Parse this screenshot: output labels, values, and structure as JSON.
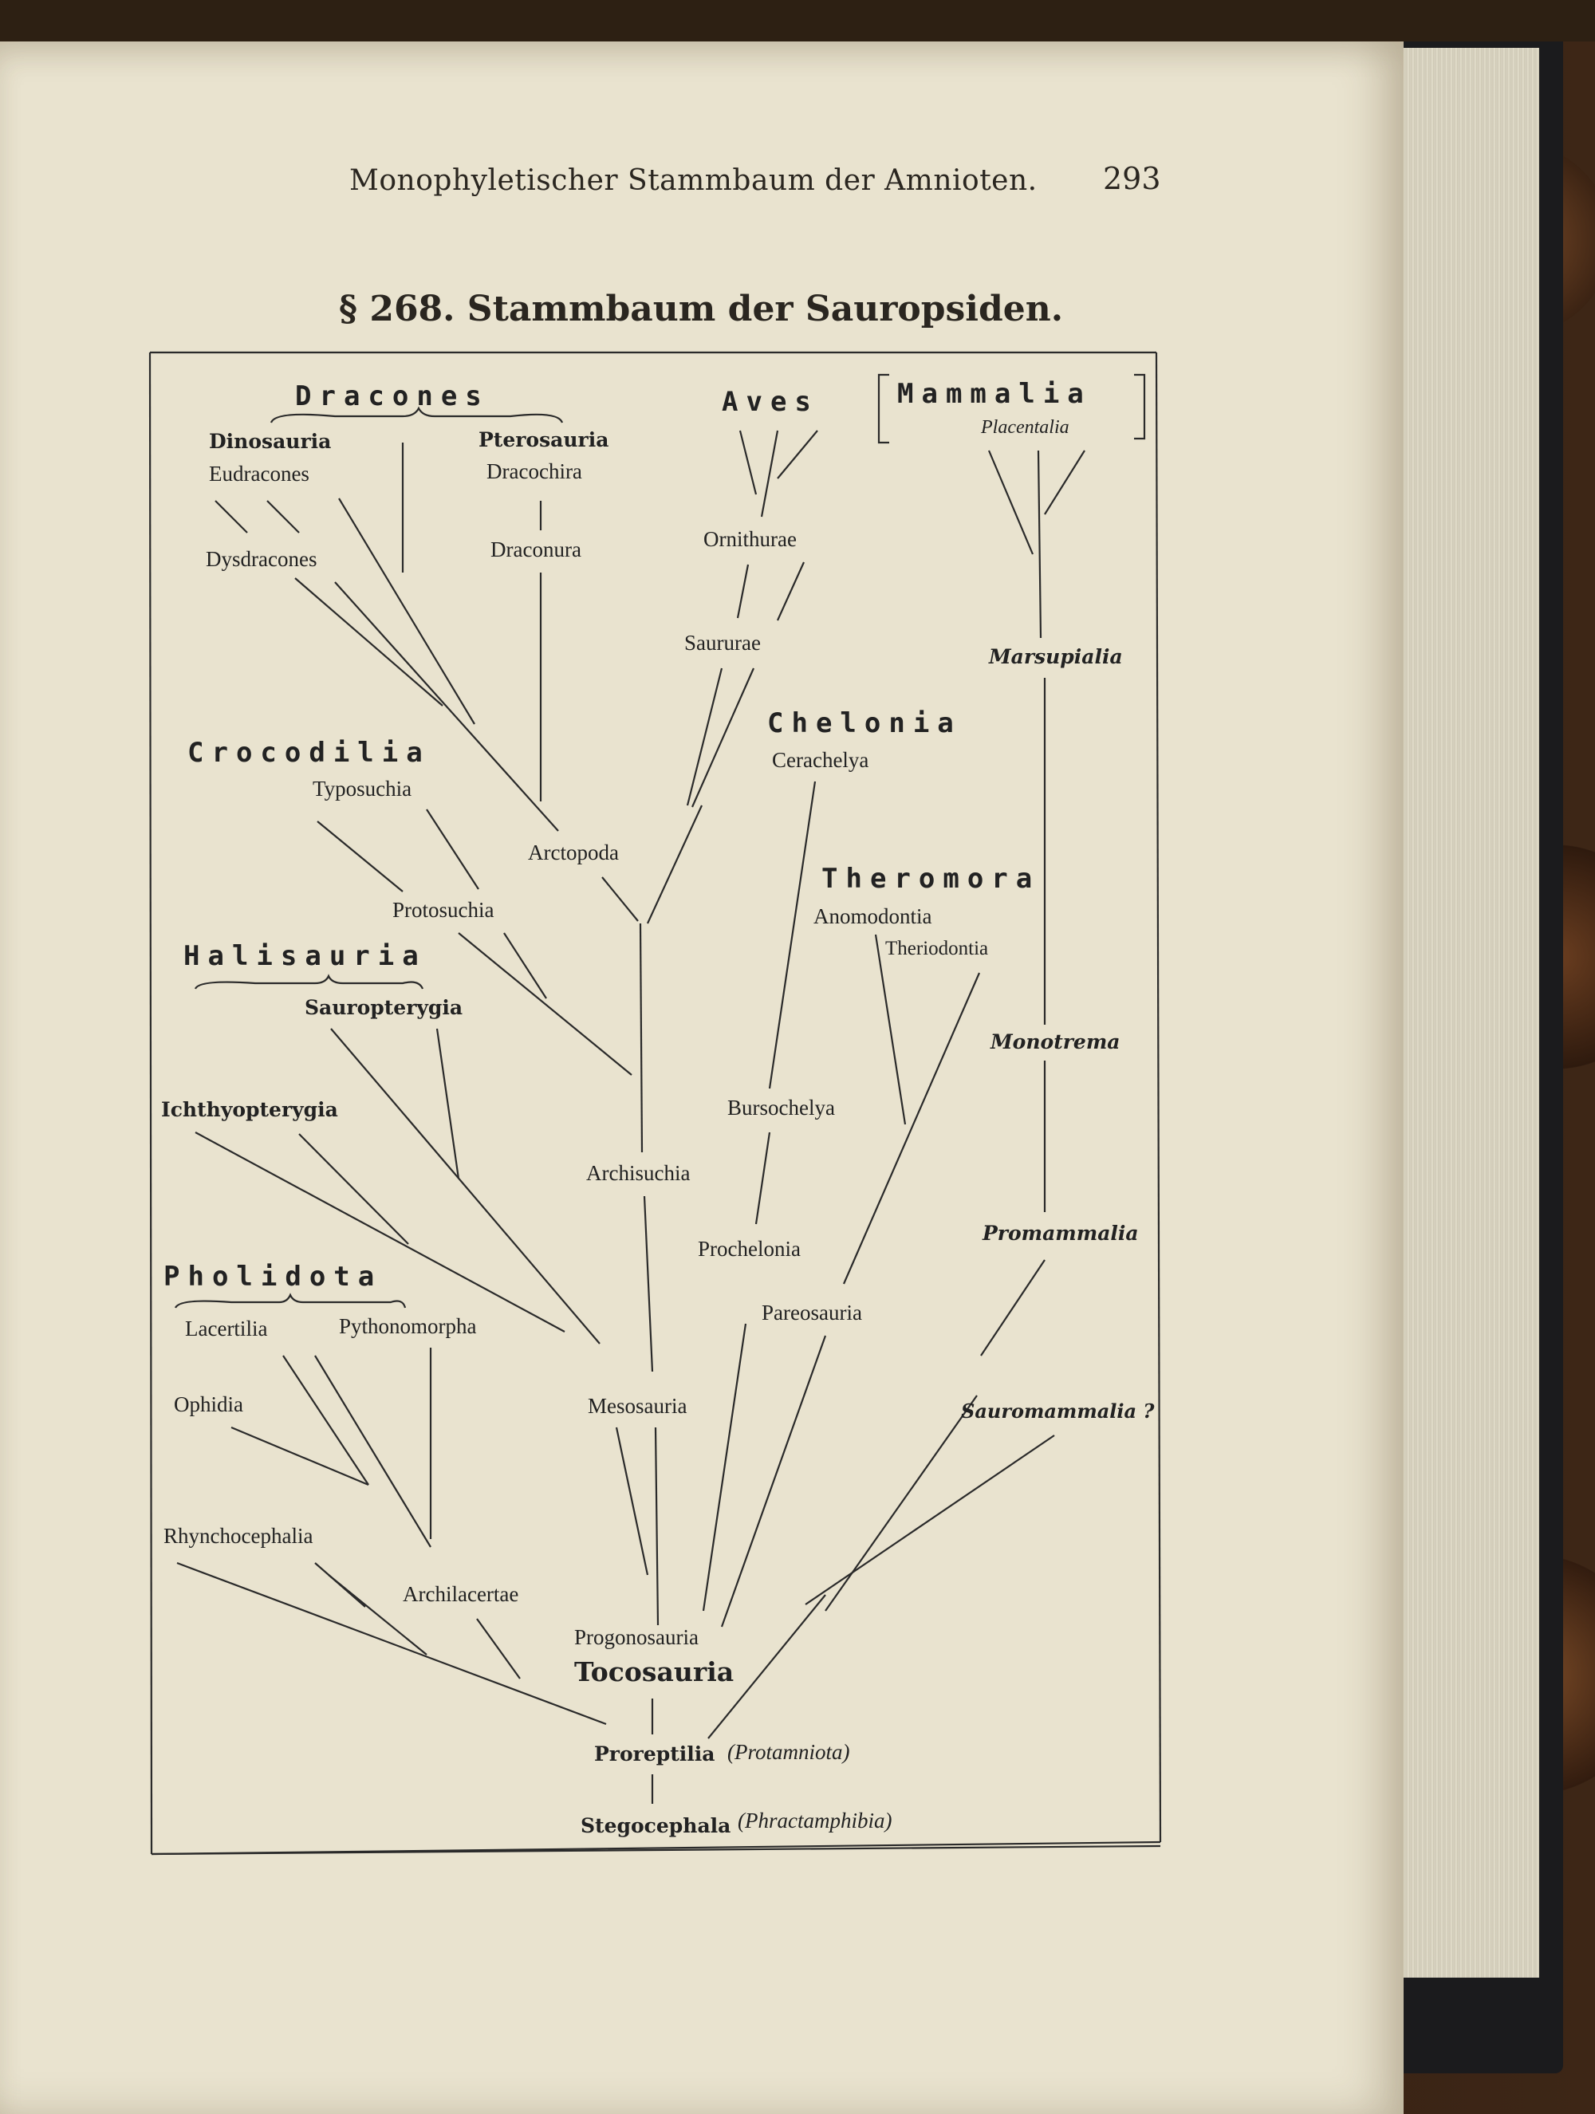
{
  "header": {
    "running_head": "Monophyletischer Stammbaum der Amnioten.",
    "page_number": "293"
  },
  "section_title": "§ 268. Stammbaum der Sauropsiden.",
  "groups": {
    "dracones": "Dracones",
    "aves": "Aves",
    "mammalia": "Mammalia",
    "crocodilia": "Crocodilia",
    "chelonia": "Chelonia",
    "theromora": "Theromora",
    "halisauria": "Halisauria",
    "pholidota": "Pholidota"
  },
  "taxa": {
    "dinosauria": "Dinosauria",
    "pterosauria": "Pterosauria",
    "eudracones": "Eudracones",
    "dracochira": "Dracochira",
    "dysdracones": "Dysdracones",
    "draconura": "Draconura",
    "placentalia": "Placentalia",
    "ornithurae": "Ornithurae",
    "saururae": "Saururae",
    "marsupialia": "Marsupialia",
    "cerachelya": "Cerachelya",
    "typosuchia": "Typosuchia",
    "arctopoda": "Arctopoda",
    "protosuchia": "Protosuchia",
    "anomodontia": "Anomodontia",
    "theriodontia": "Theriodontia",
    "sauropterygia": "Sauropterygia",
    "monotrema": "Monotrema",
    "ichthyopterygia": "Ichthyopterygia",
    "bursochelya": "Bursochelya",
    "archisuchia": "Archisuchia",
    "promammalia": "Promammalia",
    "prochelonia": "Prochelonia",
    "pareosauria": "Pareosauria",
    "lacertilia": "Lacertilia",
    "pythonomorpha": "Pythonomorpha",
    "ophidia": "Ophidia",
    "mesosauria": "Mesosauria",
    "sauromammalia": "Sauromammalia ?",
    "rhynchocephalia": "Rhynchocephalia",
    "archilacertae": "Archilacertae",
    "progonosauria": "Progonosauria",
    "tocosauria": "Tocosauria",
    "proreptilia": "Proreptilia",
    "protamniota": "(Protamniota)",
    "stegocephala": "Stegocephala",
    "phractamphibia": "(Phractamphibia)"
  }
}
